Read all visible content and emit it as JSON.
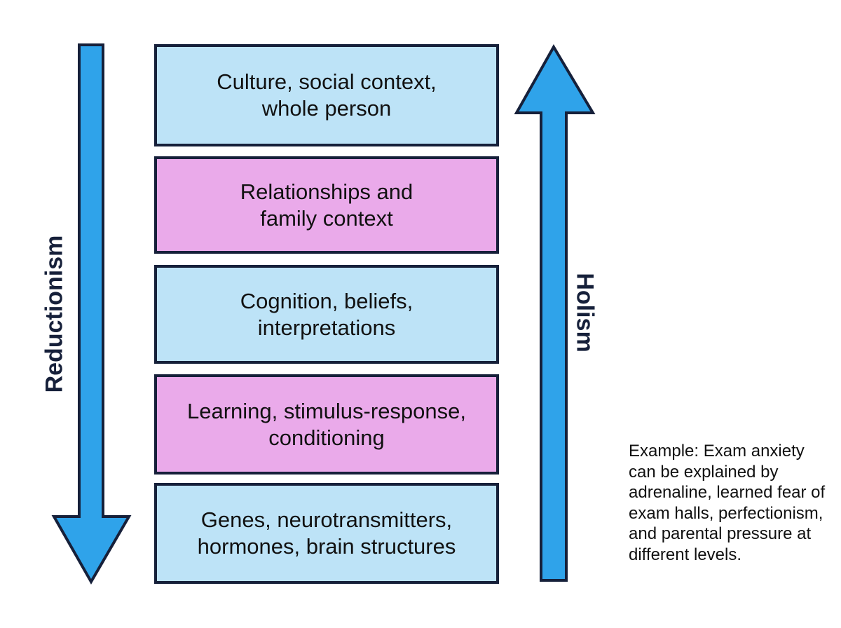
{
  "colors": {
    "arrow_fill": "#2fa3ea",
    "outline": "#16203a",
    "box_blue": "#bde3f7",
    "box_pink": "#eaaaea"
  },
  "axes": {
    "left": {
      "label": "Reductionism",
      "direction": "down"
    },
    "right": {
      "label": "Holism",
      "direction": "up"
    }
  },
  "levels": [
    {
      "text": "Culture, social context,\nwhole person",
      "color": "blue"
    },
    {
      "text": "Relationships and\nfamily context",
      "color": "pink"
    },
    {
      "text": "Cognition, beliefs,\ninterpretations",
      "color": "blue"
    },
    {
      "text": "Learning, stimulus-response,\nconditioning",
      "color": "pink"
    },
    {
      "text": "Genes, neurotransmitters,\nhormones, brain structures",
      "color": "blue"
    }
  ],
  "example_note": "Example: Exam anxiety can be explained by adrenaline, learned fear of exam halls, perfectionism, and parental pressure at different levels."
}
